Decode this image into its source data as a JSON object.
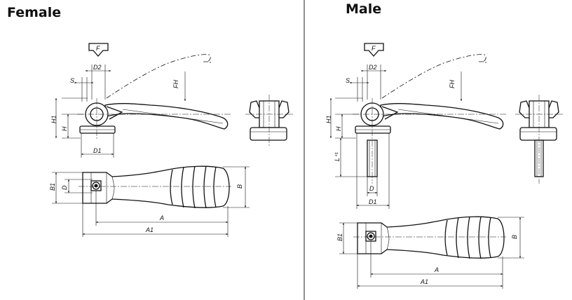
{
  "titles": {
    "female": "Female",
    "male": "Male"
  },
  "labels": {
    "F": "F",
    "FH": "FH",
    "S": "S",
    "D2": "D2",
    "D1": "D1",
    "H": "H",
    "H1": "H1",
    "B": "B",
    "B1": "B1",
    "D": "D",
    "A": "A",
    "A1": "A1",
    "L": "L⁺¹"
  },
  "divider_color": "#222222",
  "line_color": "#111111"
}
